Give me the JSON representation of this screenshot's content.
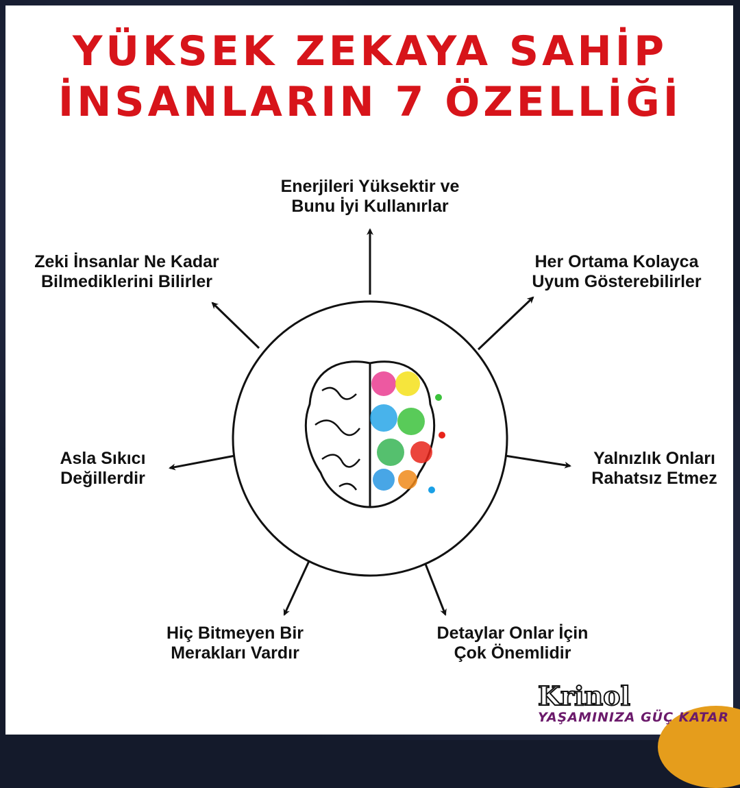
{
  "title": {
    "line1": "YÜKSEK ZEKAYA SAHİP",
    "line2": "İNSANLARIN 7 ÖZELLİĞİ"
  },
  "traits": [
    {
      "line1": "Enerjileri Yüksektir ve",
      "line2": "Bunu İyi Kullanırlar"
    },
    {
      "line1": "Her Ortama Kolayca",
      "line2": "Uyum Gösterebilirler"
    },
    {
      "line1": "Yalnızlık Onları",
      "line2": "Rahatsız Etmez"
    },
    {
      "line1": "Detaylar Onlar İçin",
      "line2": "Çok Önemlidir"
    },
    {
      "line1": "Hiç Bitmeyen Bir",
      "line2": "Merakları Vardır"
    },
    {
      "line1": "Asla Sıkıcı",
      "line2": "Değillerdir"
    },
    {
      "line1": "Zeki İnsanlar Ne Kadar",
      "line2": "Bilmediklerini Bilirler"
    }
  ],
  "center_image": "brain-illustration",
  "logo": {
    "name": "Krinol",
    "tagline": "YAŞAMINIZA GÜÇ KATAR"
  },
  "colors": {
    "title": "#d7141a",
    "background": "#141a2b",
    "tagline": "#6b1a6b",
    "logo_accent": "#e59d1c"
  }
}
